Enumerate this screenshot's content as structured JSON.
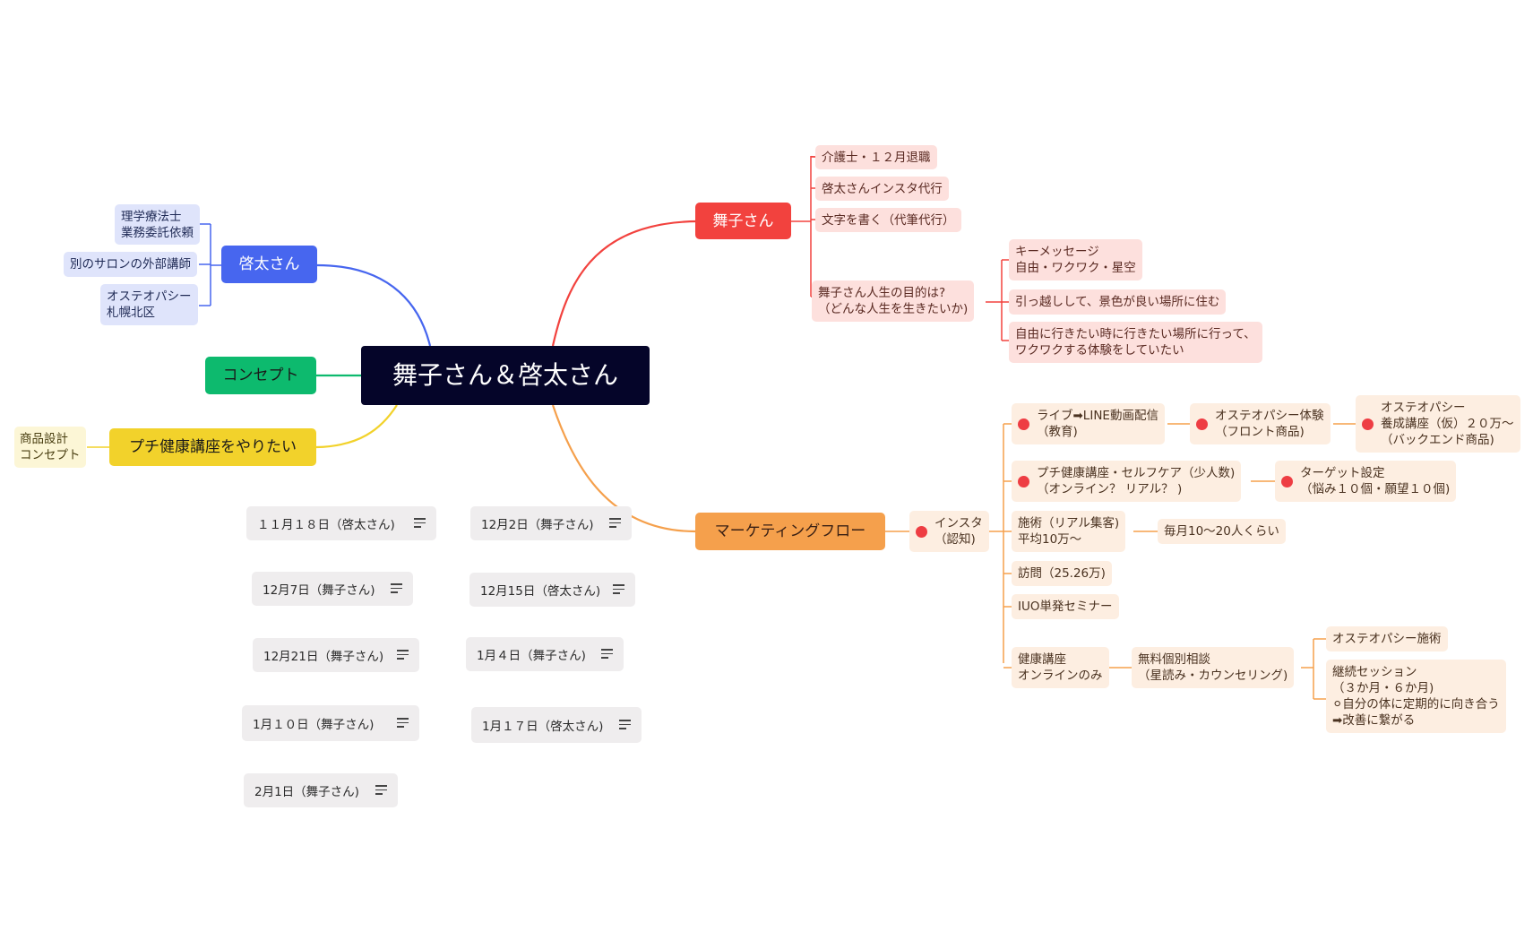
{
  "root": "舞子さん＆啓太さん",
  "branches": {
    "maiko": {
      "label": "舞子さん",
      "children": [
        "介護士・１２月退職",
        "啓太さんインスタ代行",
        "文字を書く（代筆代行）",
        "舞子さん人生の目的は?\n（どんな人生を生きたいか)"
      ],
      "purpose_children": [
        "キーメッセージ\n自由・ワクワク・星空",
        "引っ越しして、景色が良い場所に住む",
        "自由に行きたい時に行きたい場所に行って、\nワクワクする体験をしていたい"
      ]
    },
    "keita": {
      "label": "啓太さん",
      "children": [
        "理学療法士\n業務委託依頼",
        "別のサロンの外部講師",
        "オステオパシー\n札幌北区"
      ]
    },
    "concept": {
      "label": "コンセプト"
    },
    "petit": {
      "label": "プチ健康講座をやりたい",
      "children": [
        "商品設計\nコンセプト"
      ]
    },
    "marketing": {
      "label": "マーケティングフロー",
      "insta": "インスタ\n（認知)",
      "live": "ライブ➡LINE動画配信\n（教育)",
      "osteo_exp": "オステオパシー体験\n（フロント商品)",
      "osteo_course": "オステオパシー\n養成講座（仮）２０万～\n（バックエンド商品)",
      "petit_self": "プチ健康講座・セルフケア（少人数)\n（オンライン？ リアル？ )",
      "target": "ターゲット設定\n（悩み１０個・願望１０個)",
      "treatment": "施術（リアル集客)\n平均10万～",
      "monthly": "毎月10～20人くらい",
      "visit": "訪問（25.26万)",
      "iuo": "IUO単発セミナー",
      "health_online": "健康講座\nオンラインのみ",
      "free_consult": "無料個別相談\n（星読み・カウンセリング)",
      "osteo_treat": "オステオパシー施術",
      "continuous": "継続セッション\n（３か月・６か月)\n⚪︎自分の体に定期的に向き合う\n➡改善に繋がる"
    }
  },
  "notes": [
    "１１月１８日（啓太さん)",
    "12月2日（舞子さん)",
    "12月7日（舞子さん)",
    "12月15日（啓太さん)",
    "12月21日（舞子さん)",
    "1月４日（舞子さん)",
    "1月１０日（舞子さん)",
    "1月１７日（啓太さん)",
    "2月1日（舞子さん)"
  ],
  "colors": {
    "root": "#050529",
    "maiko": "#f2423e",
    "keita": "#4766ef",
    "concept": "#0dba6e",
    "petit": "#f2d22b",
    "marketing": "#f5a04c",
    "dot": "#ee3d43"
  },
  "icons": {
    "note_icon": "note-lines-icon",
    "marker": "red-dot-marker"
  }
}
